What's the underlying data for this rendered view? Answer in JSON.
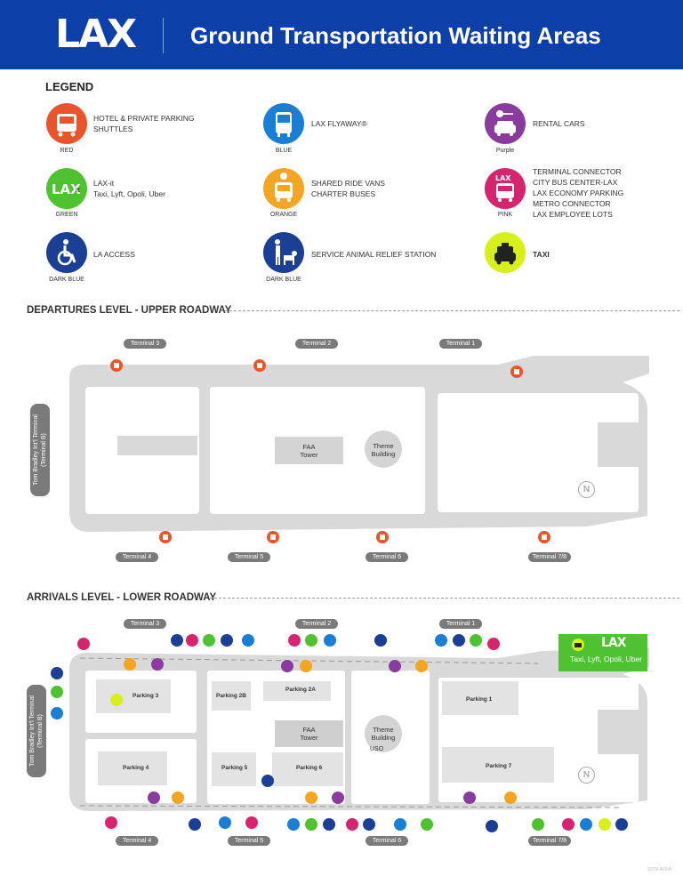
{
  "header": {
    "logo": "LAX",
    "title": "Ground Transportation Waiting Areas"
  },
  "legend": {
    "heading": "LEGEND",
    "items": [
      {
        "key": "red",
        "icon": "shuttle-icon",
        "color": "#e8542b",
        "desc": "HOTEL & PRIVATE PARKING\nSHUTTLES",
        "label": "RED"
      },
      {
        "key": "blue",
        "icon": "bus-icon",
        "color": "#1a7fd4",
        "desc": "LAX FLYAWAY®",
        "label": "BLUE"
      },
      {
        "key": "purple",
        "icon": "car-key-icon",
        "color": "#8a3b9e",
        "desc": "RENTAL CARS",
        "label": "Purple"
      },
      {
        "key": "green",
        "icon": "lax-it-icon",
        "color": "#4ec231",
        "desc": "LAX-it\nTaxi, Lyft, Opoli, Uber",
        "label": "GREEN"
      },
      {
        "key": "orange",
        "icon": "van-icon",
        "color": "#f4a623",
        "desc": "SHARED RIDE VANS\nCHARTER BUSES",
        "label": "ORANGE"
      },
      {
        "key": "pink",
        "icon": "lax-bus-icon",
        "color": "#d6246e",
        "desc": "TERMINAL CONNECTOR\nCITY BUS CENTER-LAX\nLAX ECONOMY PARKING\nMETRO CONNECTOR\nLAX EMPLOYEE LOTS",
        "label": "PINK"
      },
      {
        "key": "darkblue",
        "icon": "wheelchair-icon",
        "color": "#1b3f94",
        "desc": "LA ACCESS",
        "label": "DARK BLUE"
      },
      {
        "key": "darkblue2",
        "icon": "service-animal-icon",
        "color": "#1b3f94",
        "desc": "SERVICE ANIMAL RELIEF STATION",
        "label": "DARK BLUE"
      },
      {
        "key": "taxi",
        "icon": "taxi-icon",
        "color": "#d7ef1a",
        "desc": "TAXI",
        "label": ""
      }
    ]
  },
  "departures": {
    "heading": "DEPARTURES LEVEL - UPPER ROADWAY",
    "top_terminals": [
      "Terminal 3",
      "Terminal 2",
      "Terminal 1"
    ],
    "bottom_terminals": [
      "Terminal 4",
      "Terminal 5",
      "Terminal 6",
      "Terminal 7/8"
    ],
    "side_terminal": "Tom Bradley Int'l Terminal\n(Terminal B)",
    "faa": "FAA\nTower",
    "theme": "Theme\nBuilding",
    "north": "N"
  },
  "arrivals": {
    "heading": "ARRIVALS LEVEL - LOWER ROADWAY",
    "top_terminals": [
      "Terminal 3",
      "Terminal 2",
      "Terminal 1"
    ],
    "bottom_terminals": [
      "Terminal 4",
      "Terminal 5",
      "Terminal 6",
      "Terminal 7/8"
    ],
    "side_terminal": "Tom Bradley Int'l Terminal\n(Terminal B)",
    "parking": [
      "Parking 3",
      "Parking 2B",
      "Parking 2A",
      "Parking 1",
      "Parking 4",
      "Parking 5",
      "Parking 6",
      "Parking 7"
    ],
    "faa": "FAA\nTower",
    "theme": "Theme\nBuilding",
    "uso": "USO",
    "laxit_bar": {
      "logo": "LAX",
      "text": "Taxi, Lyft, Opoli, Uber"
    },
    "north": "N"
  },
  "footer_code": "SP25-AOIIA"
}
